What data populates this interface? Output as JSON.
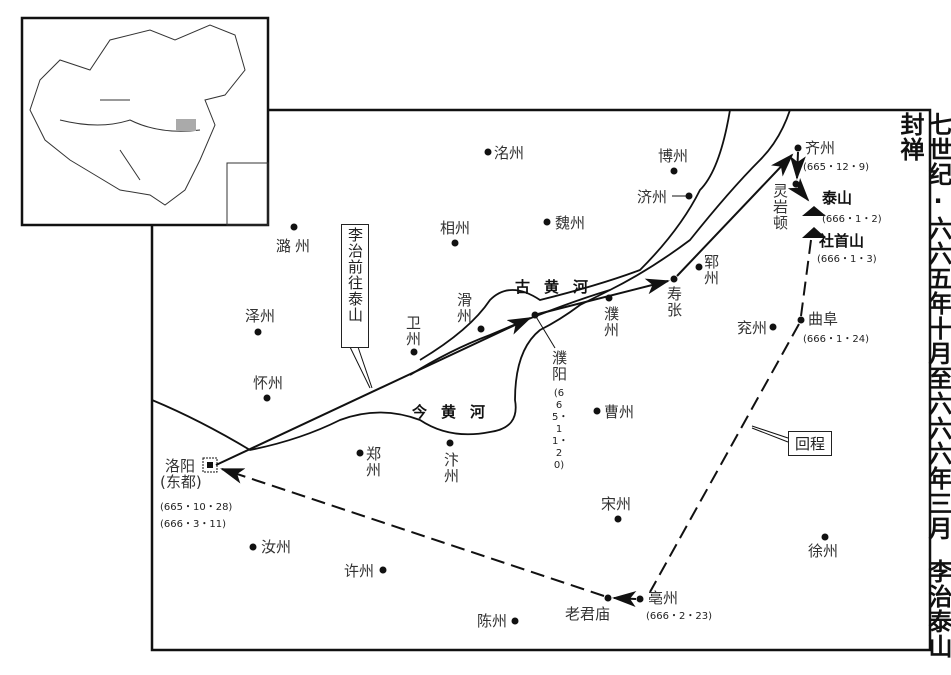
{
  "title": "七世纪·六六五年十月至六六六年三月",
  "subtitle": "李治泰山封禅",
  "annotations": {
    "outbound": "李治前往泰山",
    "return": "回程",
    "old_river": "古黄河",
    "new_river": "今黄河"
  },
  "capital": {
    "name": "洛阳",
    "alias": "(东都)",
    "dates": [
      "(665・10・28)",
      "(666・3・11)"
    ]
  },
  "cities": {
    "mingzhou": "洺州",
    "bozhou_n": "博州",
    "jizhou": "济州",
    "weizhou_n": "魏州",
    "xiangzhou": "相州",
    "luzhou": "潞州",
    "zezhou": "泽州",
    "huaizhou": "怀州",
    "weizhou": "卫州",
    "huazhou": "滑州",
    "yunzhou": "郓州",
    "shouzhang": "寿张",
    "puzhou": "濮州",
    "puyang": "濮阳",
    "caozhou": "曹州",
    "zhengzhou": "郑州",
    "bianzhou": "汴州",
    "songzhou": "宋州",
    "ruzhou": "汝州",
    "xuzhou_s": "许州",
    "chenzhou": "陈州",
    "laojunmiao": "老君庙",
    "bozhou": "亳州",
    "xuzhou": "徐州",
    "yanzhou": "兖州",
    "qufu": "曲阜",
    "qizhou": "齐州",
    "lingyandun": "灵岩顿",
    "taishan": "泰山",
    "sheshoushan": "社首山"
  },
  "dates": {
    "puyang": "(665・11・20)",
    "qizhou": "(665・12・9)",
    "taishan": "(666・1・2)",
    "sheshoushan": "(666・1・3)",
    "qufu": "(666・1・24)",
    "bozhou": "(666・2・23)"
  }
}
